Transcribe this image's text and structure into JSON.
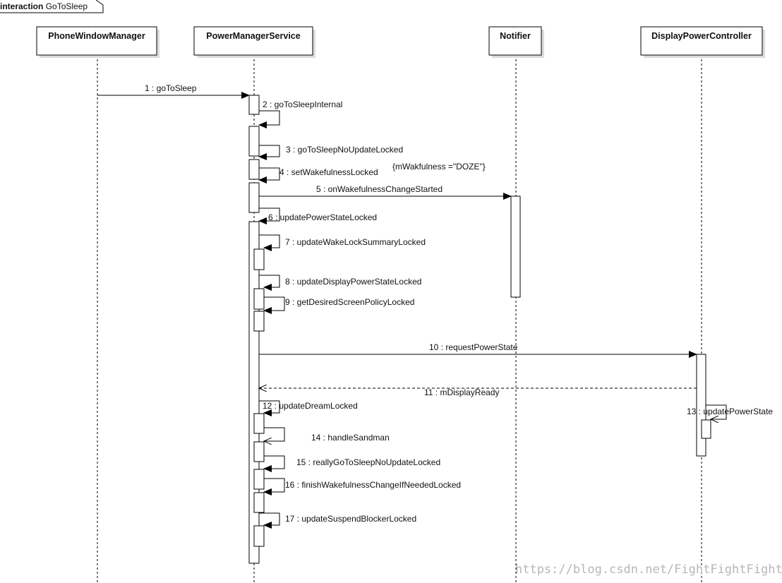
{
  "frame": {
    "keyword": "interaction",
    "name": "GoToSleep"
  },
  "lifelines": [
    {
      "name": "PhoneWindowManager"
    },
    {
      "name": "PowerManagerService"
    },
    {
      "name": "Notifier"
    },
    {
      "name": "DisplayPowerController"
    }
  ],
  "messages": [
    {
      "label": "1 : goToSleep"
    },
    {
      "label": "2 : goToSleepInternal"
    },
    {
      "label": "3 : goToSleepNoUpdateLocked"
    },
    {
      "label": "4 : setWakefulnessLocked"
    },
    {
      "label": "5 : onWakefulnessChangeStarted"
    },
    {
      "label": "6 : updatePowerStateLocked"
    },
    {
      "label": "7 : updateWakeLockSummaryLocked"
    },
    {
      "label": "8 : updateDisplayPowerStateLocked"
    },
    {
      "label": "9 : getDesiredScreenPolicyLocked"
    },
    {
      "label": "10 : requestPowerState"
    },
    {
      "label": "11 : mDisplayReady"
    },
    {
      "label": "12 : updateDreamLocked"
    },
    {
      "label": "13 : updatePowerState"
    },
    {
      "label": "14 : handleSandman"
    },
    {
      "label": "15 : reallyGoToSleepNoUpdateLocked"
    },
    {
      "label": "16 : finishWakefulnessChangeIfNeededLocked"
    },
    {
      "label": "17 : updateSuspendBlockerLocked"
    }
  ],
  "note": "{mWakfulness =\"DOZE\"}",
  "watermark": "https://blog.csdn.net/FightFightFight",
  "colors": {
    "line": "#000000",
    "box": "#ffffff",
    "shadow": "#dcdcdc",
    "text": "#111111",
    "watermark": "#b7b7b7"
  }
}
